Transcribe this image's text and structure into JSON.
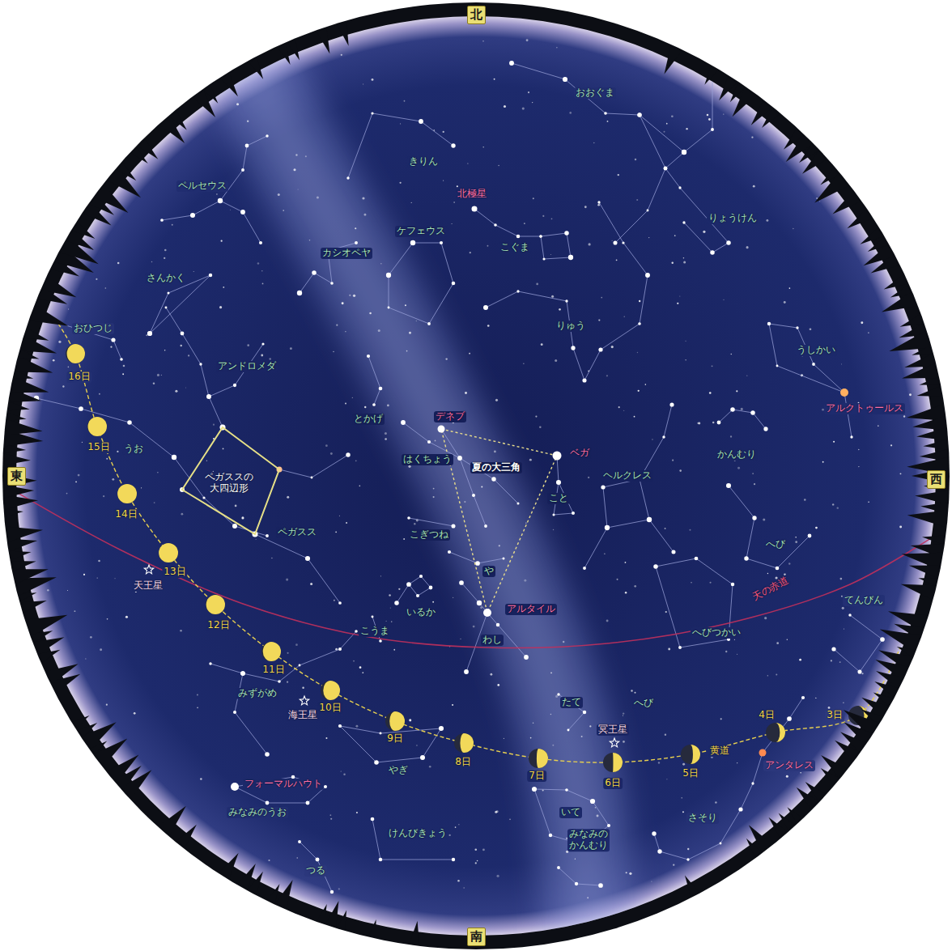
{
  "diagram": {
    "nodes": [
      {
        "text": [
          "北"
        ]
      },
      {
        "text": [
          "東"
        ]
      },
      {
        "text": [
          "ペガススの 大四辺形"
        ]
      },
      {
        "text": [
          "西"
        ]
      },
      {
        "text": [
          "南"
        ]
      }
    ],
    "labels": [
      "おおぐま",
      "きりん",
      "ペルセウス",
      "北極星",
      "りょうけん",
      "ケフェウス",
      "こぐま",
      "カシオペヤ",
      "さんかく",
      "りゅう",
      "おひつじ",
      "うしかい",
      "アンドロメダ",
      "16日",
      "アルクトゥールス",
      "デネブ",
      "とかげ",
      "15日",
      "うお",
      "ベガ",
      "かんむり",
      "はくちょう",
      "夏の大三角",
      "ヘルクレス",
      "こと",
      "14日",
      "ペガスス",
      "こぎつね",
      "へび",
      "や",
      "13日",
      "天王星",
      "天の赤道",
      "てんびん",
      "アルタイル",
      "いるか",
      "12日",
      "こうま",
      "へびつかい",
      "わし",
      "11日",
      "みずがめ",
      "たて",
      "へび",
      "10日",
      "3日",
      "4日",
      "海王星",
      "冥王星",
      "9日",
      "黄道",
      "8日",
      "アンタレス",
      "やぎ",
      "5日",
      "7日",
      "6日",
      "フォーマルハウト",
      "いて",
      "みなみのうお",
      "さそり",
      "けんびきょう",
      "みなみの かんむり",
      "つる"
    ]
  }
}
